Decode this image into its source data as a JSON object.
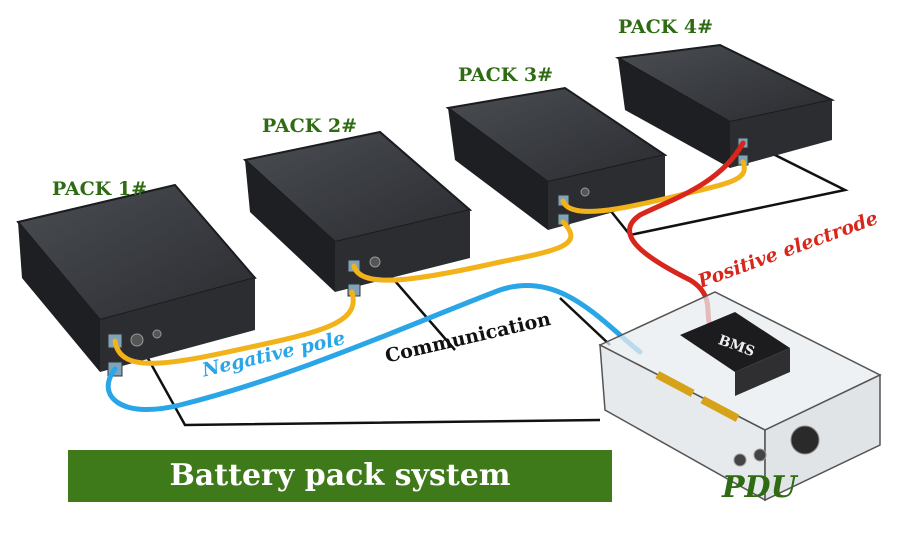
{
  "packs": [
    {
      "label": "PACK 1#"
    },
    {
      "label": "PACK 2#"
    },
    {
      "label": "PACK 3#"
    },
    {
      "label": "PACK 4#"
    }
  ],
  "connections": {
    "negative": "Negative pole",
    "communication": "Communication",
    "positive": "Positive electrode"
  },
  "pdu": {
    "label": "PDU",
    "bms_label": "BMS"
  },
  "title": "Battery pack system composition",
  "colors": {
    "pack_label": "#2e6b12",
    "negative": "#2aa6e8",
    "positive": "#d9261c",
    "communication": "#111111",
    "series_cable": "#f2b21a",
    "title_bg": "#3e7a1a"
  }
}
